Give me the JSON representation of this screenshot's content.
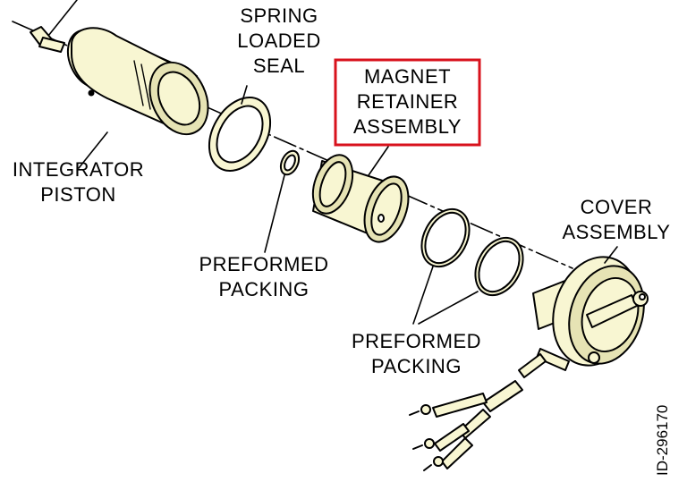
{
  "labels": {
    "spring_loaded_seal": [
      "SPRING",
      "LOADED",
      "SEAL"
    ],
    "magnet_retainer_assembly": [
      "MAGNET",
      "RETAINER",
      "ASSEMBLY"
    ],
    "integrator_piston": [
      "INTEGRATOR",
      "PISTON"
    ],
    "preformed_packing_1": [
      "PREFORMED",
      "PACKING"
    ],
    "preformed_packing_2": [
      "PREFORMED",
      "PACKING"
    ],
    "cover_assembly": [
      "COVER",
      "ASSEMBLY"
    ]
  },
  "figure_id": "ID-296170",
  "colors": {
    "part_fill": "#f8f6d2",
    "part_shade": "#e6e3b4",
    "outline": "#000000",
    "highlight_box": "#d8121c"
  }
}
